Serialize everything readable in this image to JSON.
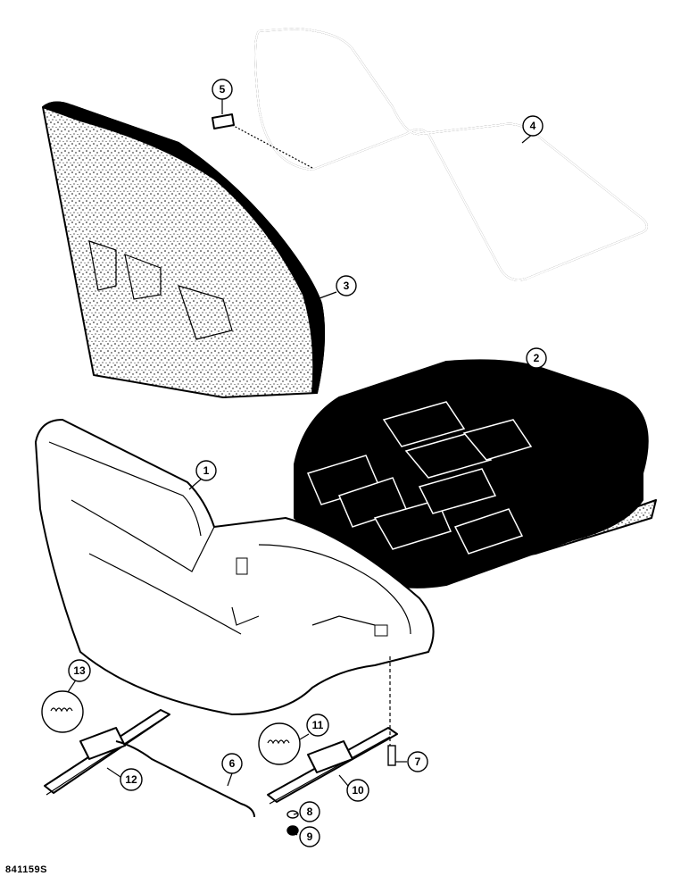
{
  "figure_code": "841159S",
  "callouts": [
    {
      "label": "1"
    },
    {
      "label": "2"
    },
    {
      "label": "3"
    },
    {
      "label": "4"
    },
    {
      "label": "5"
    },
    {
      "label": "6"
    },
    {
      "label": "7"
    },
    {
      "label": "8"
    },
    {
      "label": "9"
    },
    {
      "label": "10"
    },
    {
      "label": "11"
    },
    {
      "label": "12"
    },
    {
      "label": "13"
    }
  ]
}
